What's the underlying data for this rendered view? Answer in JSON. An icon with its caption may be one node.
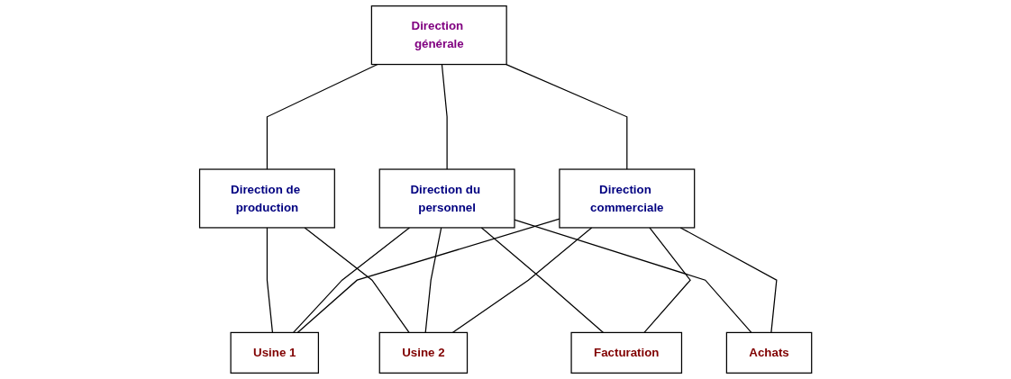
{
  "diagram": {
    "nodes": [
      {
        "text": [
          "Direction générale"
        ]
      },
      {
        "text": [
          "Direction de production"
        ]
      },
      {
        "text": [
          "Direction du personnel"
        ]
      },
      {
        "text": [
          "Direction commerciale"
        ]
      },
      {
        "text": [
          "Usine 1"
        ]
      },
      {
        "text": [
          "Usine 2"
        ]
      },
      {
        "text": [
          "Facturation"
        ]
      },
      {
        "text": [
          "Achats"
        ]
      }
    ],
    "edges": [
      {
        "from": 0,
        "to": 1,
        "arrow": "none"
      },
      {
        "from": 0,
        "to": 2,
        "arrow": "none"
      },
      {
        "from": 0,
        "to": 3,
        "arrow": "none"
      },
      {
        "from": 1,
        "to": 4,
        "arrow": "none"
      },
      {
        "from": 1,
        "to": 5,
        "arrow": "none"
      },
      {
        "from": 2,
        "to": 4,
        "arrow": "none"
      },
      {
        "from": 2,
        "to": 5,
        "arrow": "none"
      },
      {
        "from": 2,
        "to": 6,
        "arrow": "none"
      },
      {
        "from": 2,
        "to": 7,
        "arrow": "none"
      },
      {
        "from": 3,
        "to": 4,
        "arrow": "none"
      },
      {
        "from": 3,
        "to": 5,
        "arrow": "none"
      },
      {
        "from": 3,
        "to": 6,
        "arrow": "none"
      },
      {
        "from": 3,
        "to": 7,
        "arrow": "none"
      }
    ]
  }
}
